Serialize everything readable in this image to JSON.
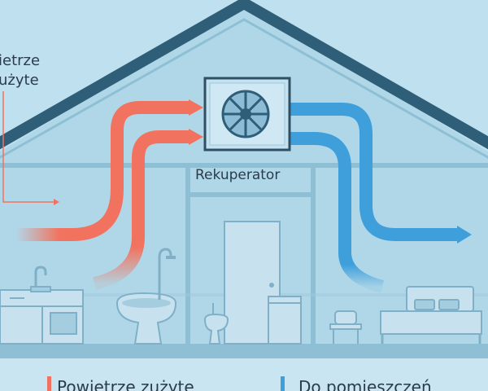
{
  "labels": {
    "top_left_lines": [
      "ietrze",
      "użyte"
    ],
    "device": "Rekuperator",
    "legend_left": "Powietrze zużyte",
    "legend_right": "Do pomieszczeń"
  },
  "colors": {
    "background": "#bfe0ee",
    "roof": "#2f5f78",
    "house_wall": "#a9d2e4",
    "house_line": "#8ebfd5",
    "warm_airflow": "#f1735f",
    "cool_airflow": "#3f9fdb",
    "text": "#2a3c4c"
  },
  "icons": [
    "fan-icon",
    "arrow-right-icon",
    "sink-icon",
    "toilet-icon",
    "door-icon",
    "bed-icon",
    "chair-icon"
  ]
}
